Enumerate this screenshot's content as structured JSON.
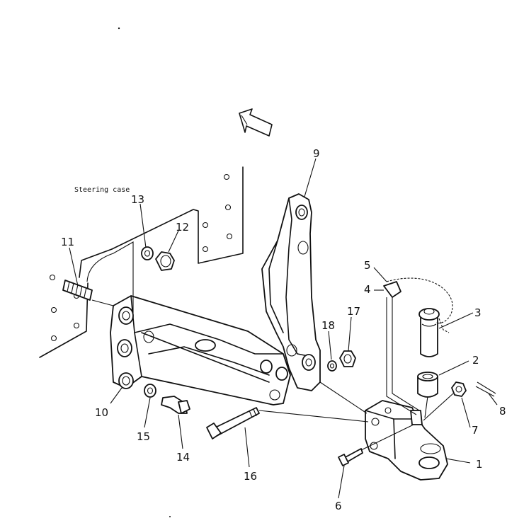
{
  "caption": "Steering case",
  "callouts": [
    {
      "id": "c1",
      "label": "1"
    },
    {
      "id": "c2",
      "label": "2"
    },
    {
      "id": "c3",
      "label": "3"
    },
    {
      "id": "c4",
      "label": "4"
    },
    {
      "id": "c5",
      "label": "5"
    },
    {
      "id": "c6",
      "label": "6"
    },
    {
      "id": "c7",
      "label": "7"
    },
    {
      "id": "c8",
      "label": "8"
    },
    {
      "id": "c9",
      "label": "9"
    },
    {
      "id": "c10",
      "label": "10"
    },
    {
      "id": "c11",
      "label": "11"
    },
    {
      "id": "c12",
      "label": "12"
    },
    {
      "id": "c13",
      "label": "13"
    },
    {
      "id": "c14",
      "label": "14"
    },
    {
      "id": "c15",
      "label": "15"
    },
    {
      "id": "c16",
      "label": "16"
    },
    {
      "id": "c17",
      "label": "17"
    },
    {
      "id": "c18",
      "label": "18"
    }
  ]
}
